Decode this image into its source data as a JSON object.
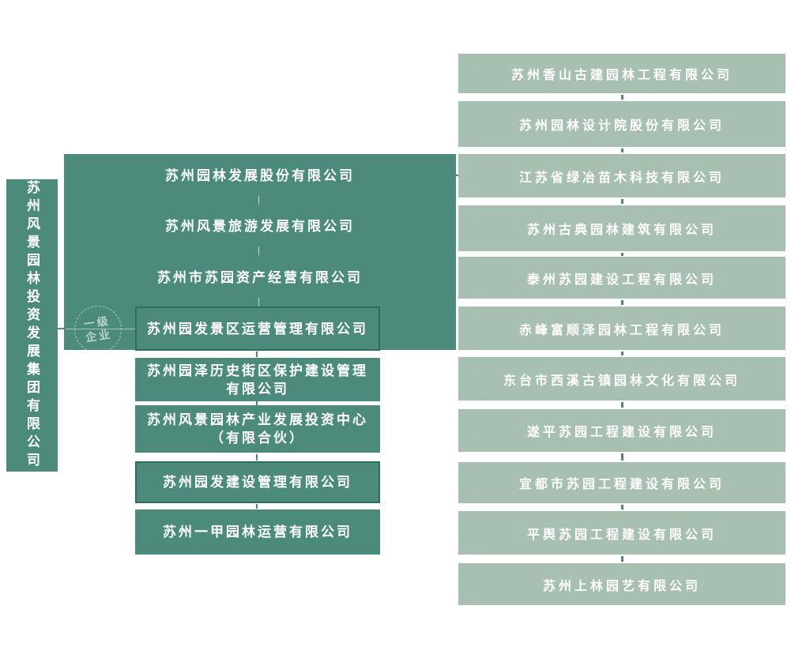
{
  "colors": {
    "dark_green": "#4c8b7b",
    "light_green": "#a8c0b2",
    "outline_green": "#2f6e5c",
    "text": "#ffffff",
    "background": "#ffffff"
  },
  "root": {
    "label": "苏州风景园林投资发展集团有限公司"
  },
  "stamp": {
    "line1": "一级",
    "line2": "企业"
  },
  "group_rows": [
    "苏州园林发展股份有限公司",
    "苏州风景旅游发展有限公司",
    "苏州市苏园资产经营有限公司"
  ],
  "subsidiary_boxes": [
    {
      "lines": [
        "苏州园发景区运营管理有限公司"
      ],
      "outlined": true
    },
    {
      "lines": [
        "苏州园泽历史街区保护建设管理",
        "有限公司"
      ],
      "outlined": false
    },
    {
      "lines": [
        "苏州风景园林产业发展投资中心",
        "（有限合伙）"
      ],
      "outlined": false
    },
    {
      "lines": [
        "苏州园发建设管理有限公司"
      ],
      "outlined": true
    },
    {
      "lines": [
        "苏州一甲园林运营有限公司"
      ],
      "outlined": false
    }
  ],
  "affiliate_boxes": [
    "苏州香山古建园林工程有限公司",
    "苏州园林设计院股份有限公司",
    "江苏省绿冶苗木科技有限公司",
    "苏州古典园林建筑有限公司",
    "泰州苏园建设工程有限公司",
    "赤峰富顺泽园林工程有限公司",
    "东台市西溪古镇园林文化有限公司",
    "遂平苏园工程建设有限公司",
    "宜都市苏园工程建设有限公司",
    "平舆苏园工程建设有限公司",
    "苏州上林园艺有限公司"
  ]
}
